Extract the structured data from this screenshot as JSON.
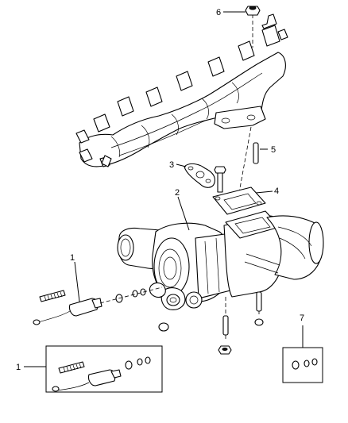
{
  "callouts": [
    {
      "id": "c6",
      "label": "6"
    },
    {
      "id": "c5",
      "label": "5"
    },
    {
      "id": "c3",
      "label": "3"
    },
    {
      "id": "c4",
      "label": "4"
    },
    {
      "id": "c2",
      "label": "2"
    },
    {
      "id": "c1a",
      "label": "1"
    },
    {
      "id": "c1b",
      "label": "1"
    },
    {
      "id": "c7",
      "label": "7"
    }
  ]
}
